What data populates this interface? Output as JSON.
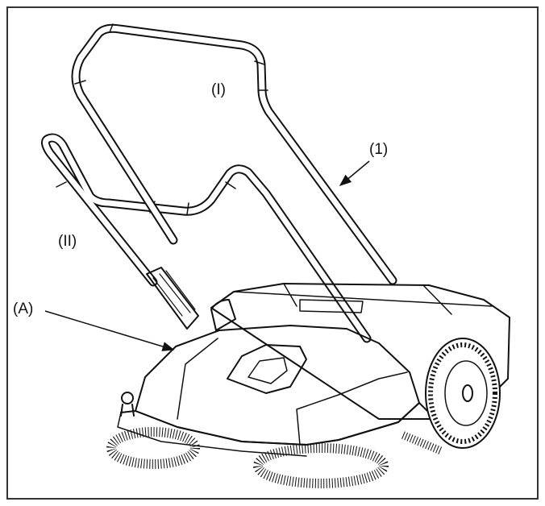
{
  "figure": {
    "labels": {
      "position_one": "(I)",
      "position_two": "(II)",
      "part_one": "(1)",
      "part_a": "(A)"
    }
  }
}
